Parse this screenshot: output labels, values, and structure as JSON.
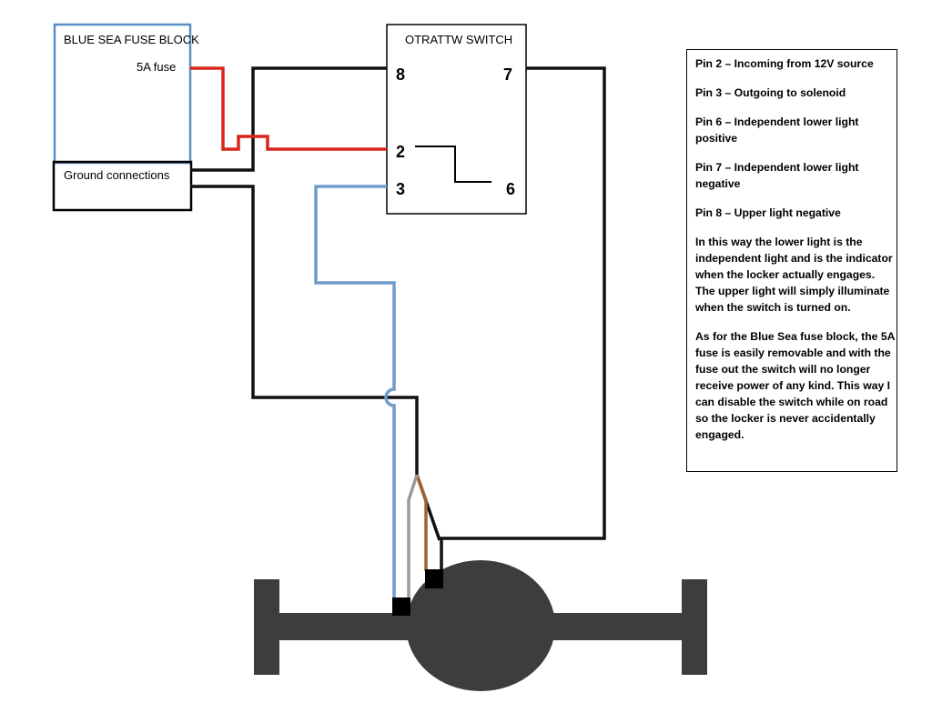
{
  "fuse_block": {
    "title": "BLUE SEA FUSE BLOCK",
    "fuse_label": "5A fuse",
    "ground_label": "Ground connections"
  },
  "switch": {
    "title": "OTRATTW SWITCH",
    "pins": {
      "p8": "8",
      "p7": "7",
      "p2": "2",
      "p3": "3",
      "p6": "6"
    }
  },
  "notes": {
    "paragraphs": [
      [
        "Pin 2 – Incoming from 12V source"
      ],
      [
        "Pin 3 – Outgoing to solenoid"
      ],
      [
        "Pin 6 – Independent lower light",
        "positive"
      ],
      [
        "Pin 7 – Independent lower light",
        "negative"
      ],
      [
        "Pin 8 – Upper light negative"
      ],
      [
        "In this way the lower light is the",
        "independent light and is the indicator",
        "when the locker actually engages.",
        "The upper light will simply illuminate",
        "when the switch is turned on."
      ],
      [
        "As for the Blue Sea fuse block, the 5A",
        "fuse is easily removable and with the",
        "fuse out the switch will no longer",
        "receive power of any kind.  This way I",
        "can disable the switch while on road",
        "so the locker is never accidentally",
        "engaged."
      ]
    ]
  },
  "colors": {
    "fuse_box_border": "#5b8ec4",
    "wire_red": "#d9261c",
    "wire_blue": "#6f9ccc",
    "wire_black": "#111111",
    "wire_gray": "#9a9a9a",
    "wire_brown": "#a0622d",
    "axle": "#3d3d3d"
  }
}
